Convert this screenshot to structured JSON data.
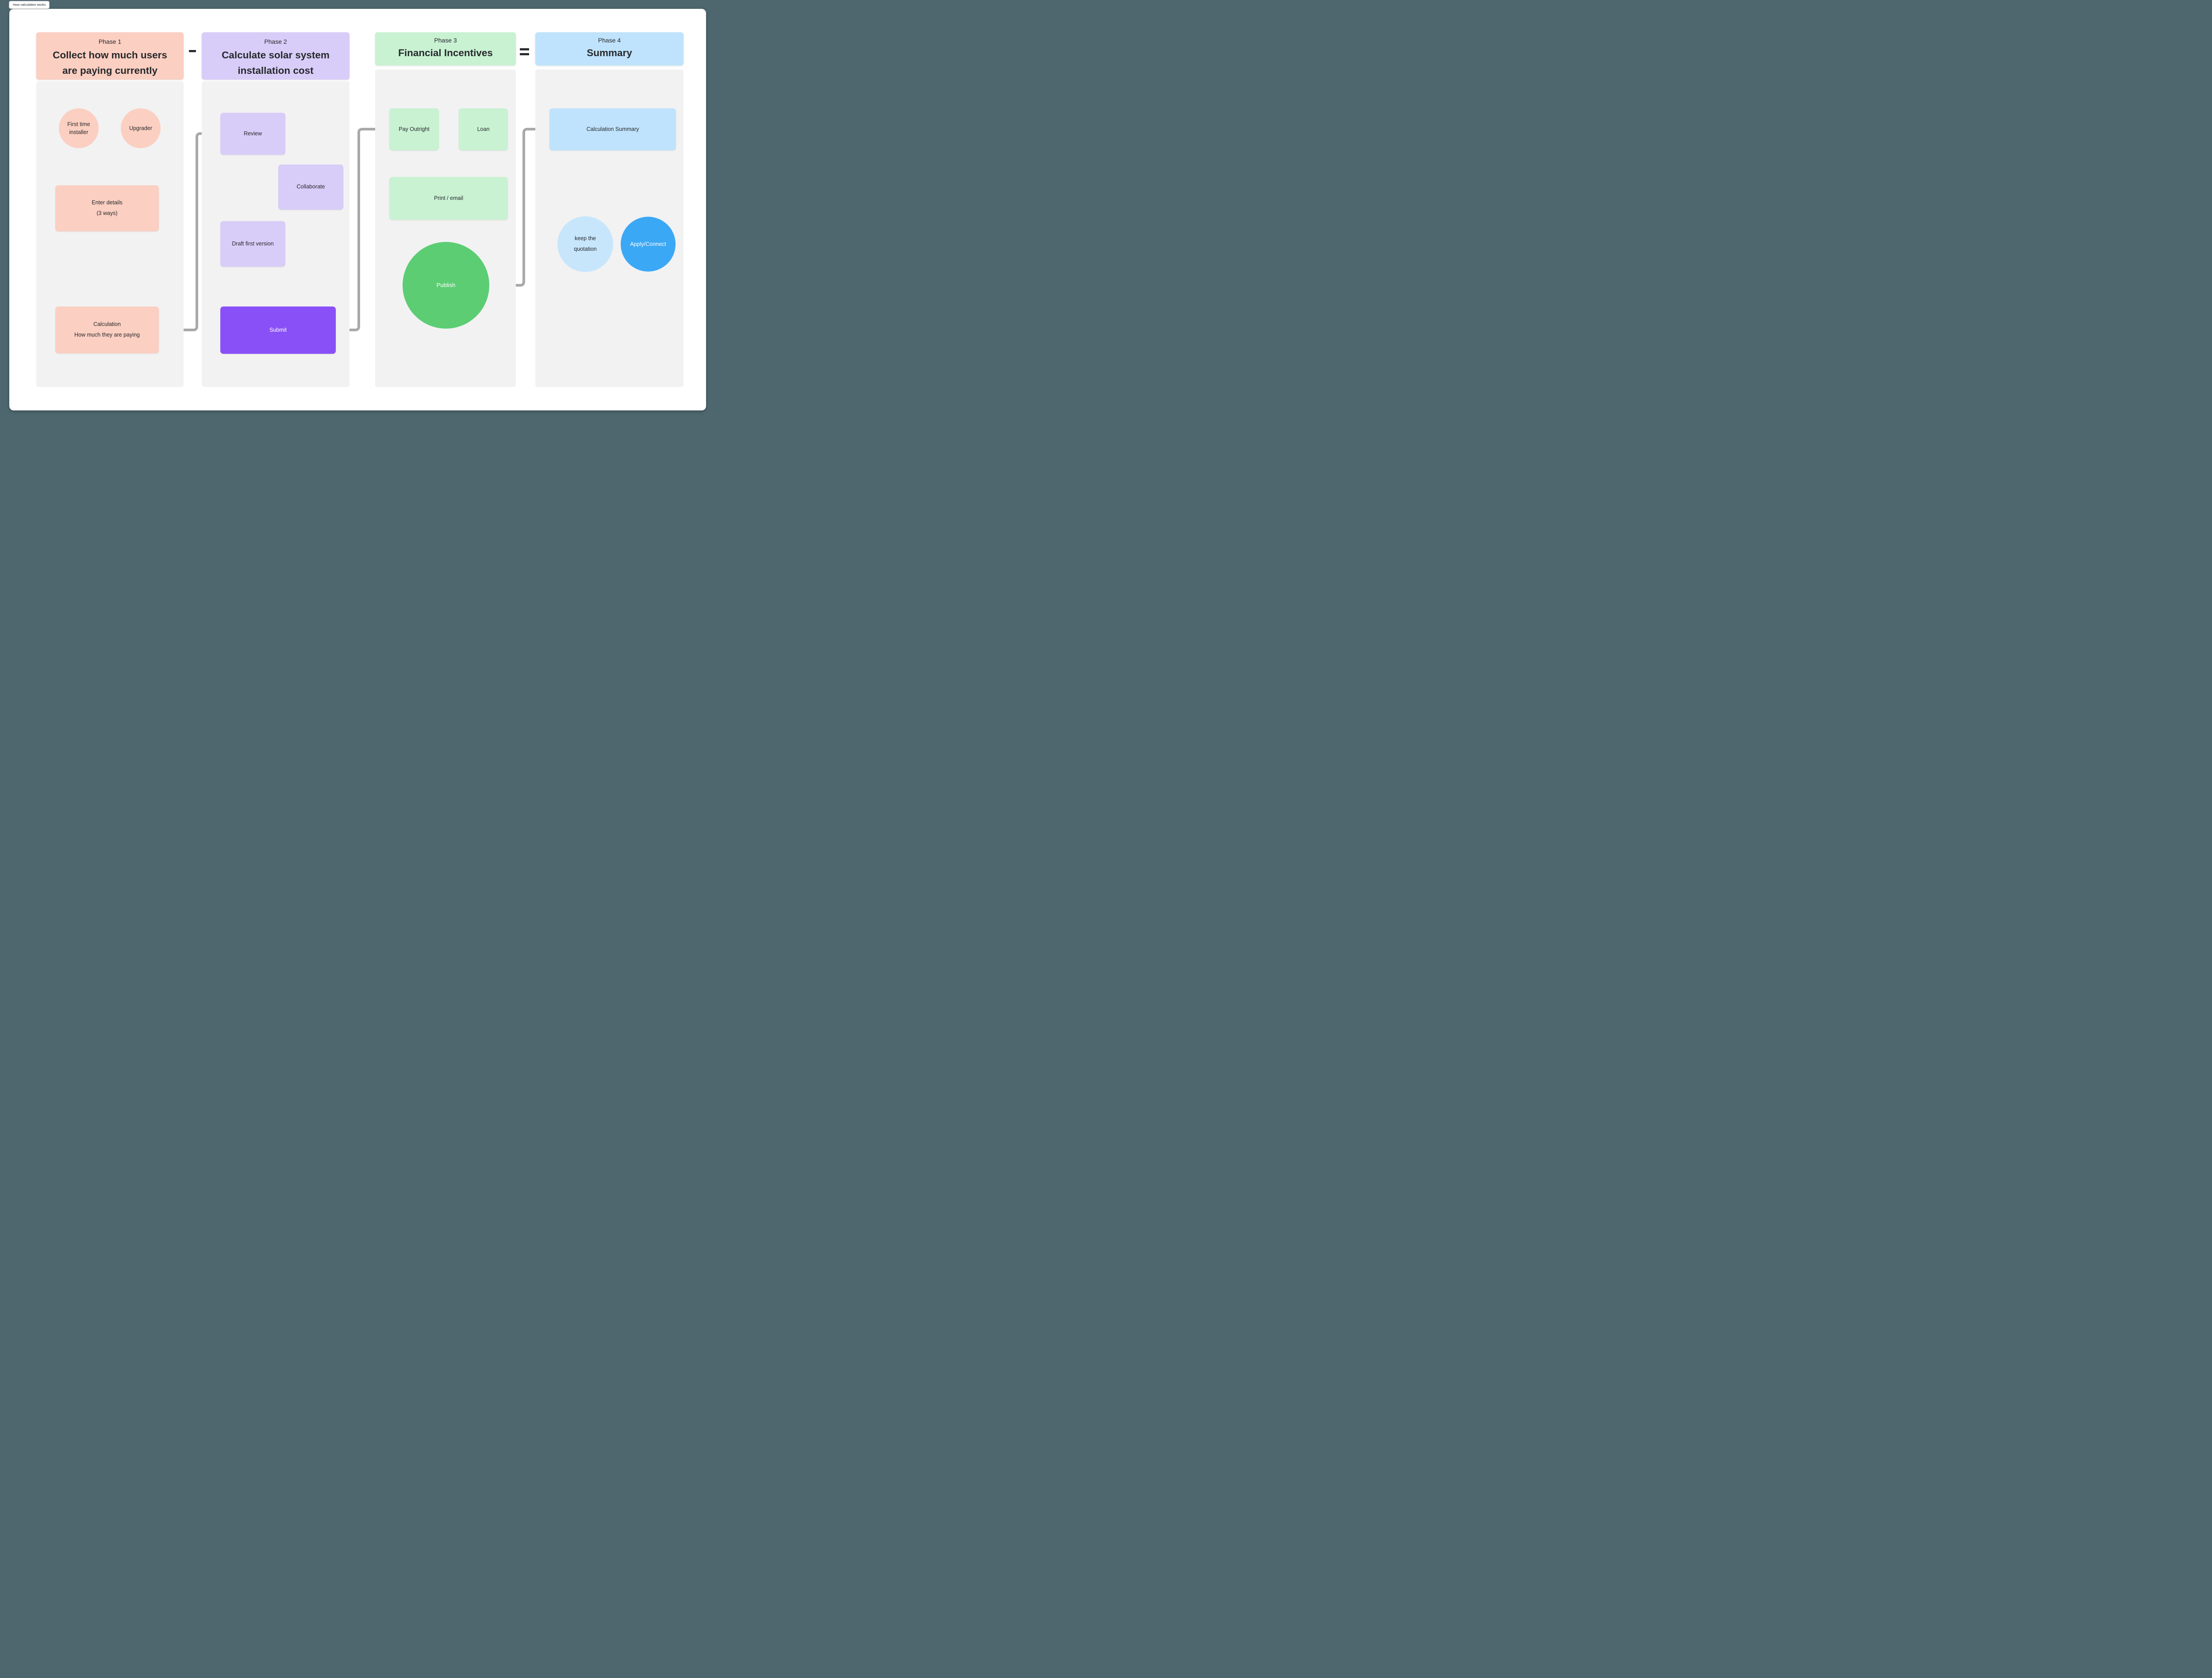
{
  "app": {
    "tab_label": "How calculation works"
  },
  "operators": {
    "between_phase1_and_2": "-",
    "between_phase3_and_4": "="
  },
  "colors": {
    "frame_background": "#4E676F",
    "canvas": "#FFFFFF",
    "column_panel": "#F2F2F3",
    "phase1_theme": "#FBCFC1",
    "phase2_theme": "#D8CDF8",
    "phase2_accent": "#8A50F7",
    "phase3_theme": "#C9F2D3",
    "phase3_accent": "#5CCD73",
    "phase4_theme": "#BFE3FC",
    "phase4_pale_circle": "#C7E6FC",
    "phase4_accent": "#3BA8F5",
    "connector_thick": "#A9A9A9",
    "connector_thin": "#7D7D7D",
    "text_dark": "#26282C"
  },
  "phases": [
    {
      "label": "Phase 1",
      "title": "Collect how much users are paying currently",
      "nodes": {
        "first_time": "First time\ninstaller",
        "upgrader": "Upgrader",
        "enter_details": "Enter details\n(3 ways)",
        "calculation": "Calculation\nHow much they are paying"
      }
    },
    {
      "label": "Phase 2",
      "title": "Calculate solar system installation cost",
      "nodes": {
        "review": "Review",
        "collaborate": "Collaborate",
        "draft": "Draft first version",
        "submit": "Submit"
      }
    },
    {
      "label": "Phase 3",
      "title": "Financial Incentives",
      "nodes": {
        "pay_outright": "Pay Outright",
        "loan": "Loan",
        "print_email": "Print / email",
        "publish": "Publish"
      }
    },
    {
      "label": "Phase 4",
      "title": "Summary",
      "nodes": {
        "calculation_summary": "Calculation Summary",
        "keep_quotation": "keep the\nquotation",
        "apply_connect": "Apply/Connect"
      }
    }
  ]
}
